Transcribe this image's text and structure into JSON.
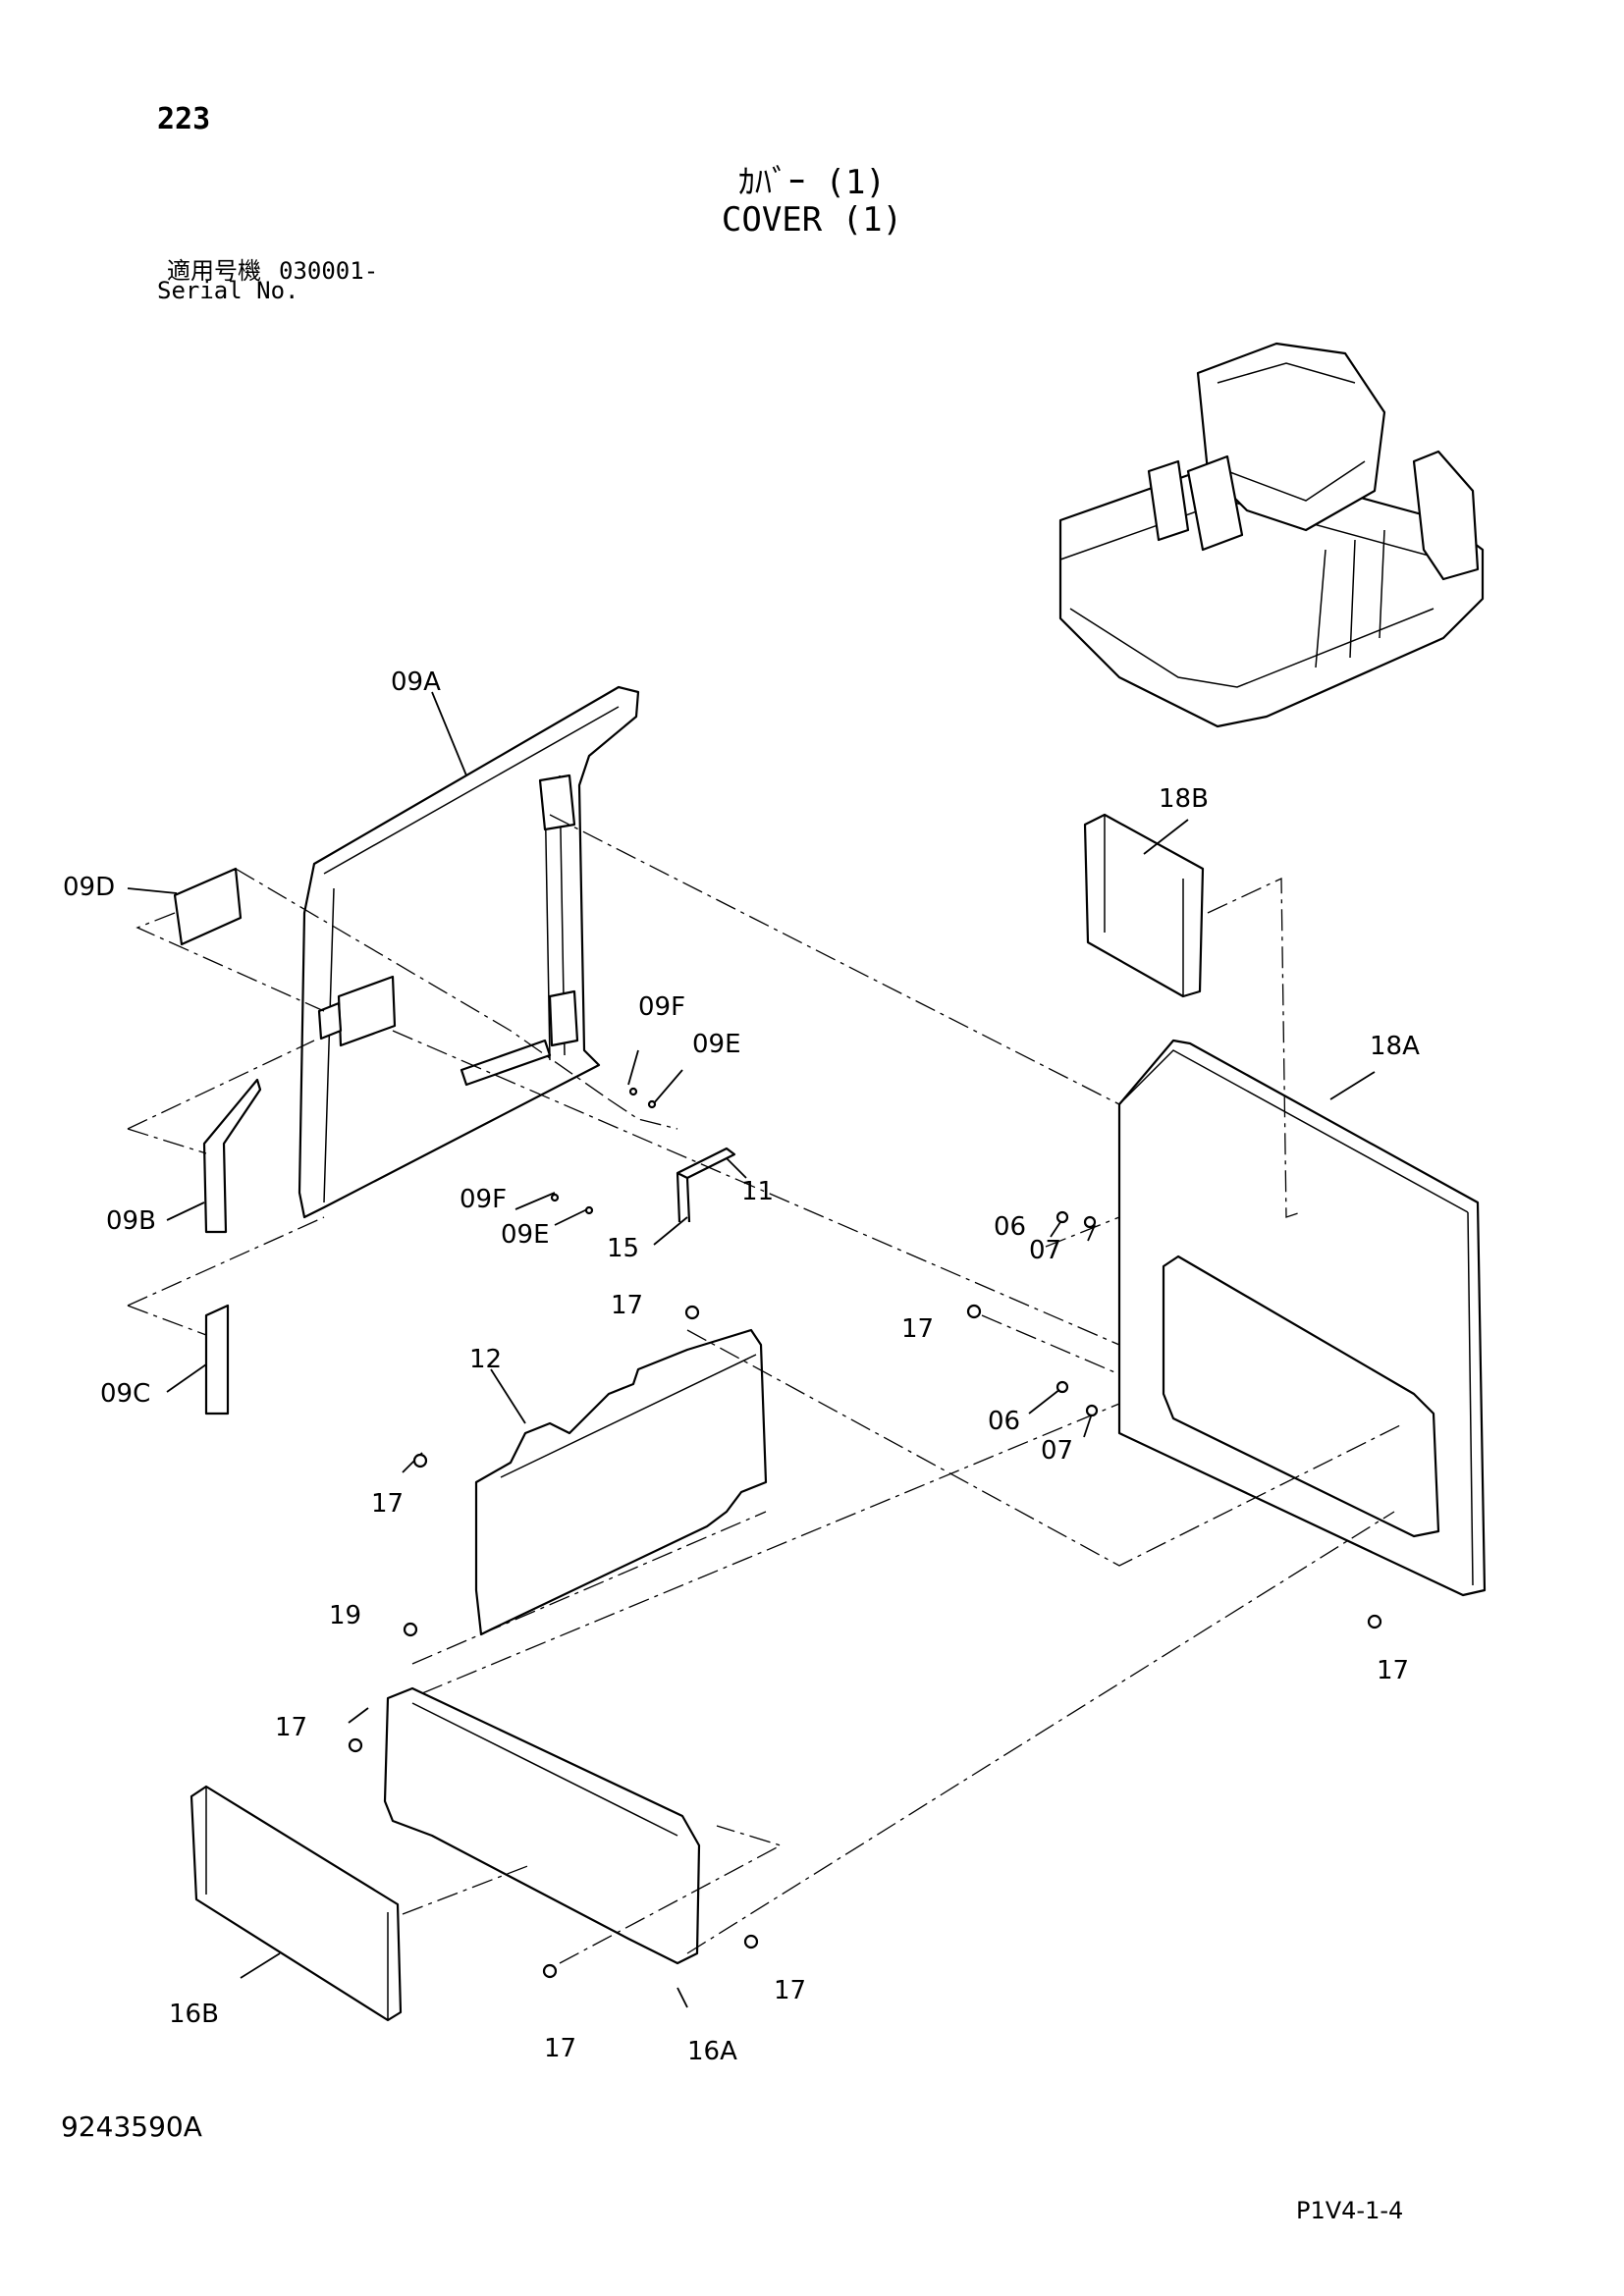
{
  "header": {
    "page_number": "223",
    "title_jp": "ｶﾊﾞｰ (1)",
    "title_en": "COVER (1)",
    "serial_label_jp": "適用号機",
    "serial_range": "030001-",
    "serial_label_en": "Serial No."
  },
  "footer": {
    "drawing_number": "9243590A",
    "sheet_code": "P1V4-1-4"
  },
  "callouts": {
    "c09A": "09A",
    "c09D": "09D",
    "c09B": "09B",
    "c09C": "09C",
    "c09F_1": "09F",
    "c09E_1": "09E",
    "c09F_2": "09F",
    "c09E_2": "09E",
    "c11": "11",
    "c15": "15",
    "c12": "12",
    "c17_1": "17",
    "c17_2": "17",
    "c17_3": "17",
    "c17_4": "17",
    "c17_5": "17",
    "c17_6": "17",
    "c17_7": "17",
    "c19": "19",
    "c16A": "16A",
    "c16B": "16B",
    "c18A": "18A",
    "c18B": "18B",
    "c06_1": "06",
    "c07_1": "07",
    "c06_2": "06",
    "c07_2": "07"
  }
}
